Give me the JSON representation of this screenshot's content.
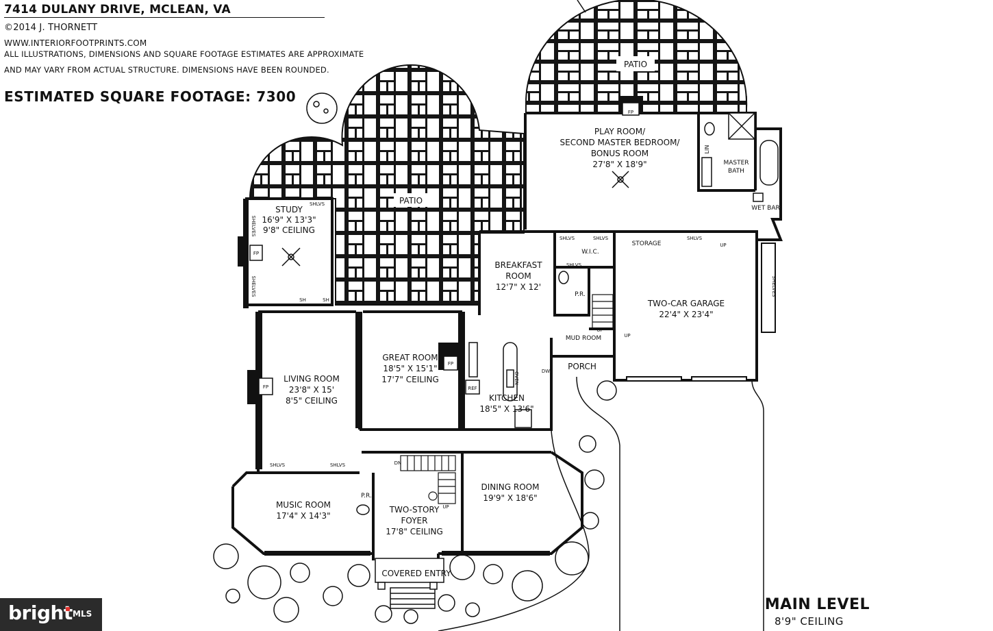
{
  "header": {
    "address": "7414 DULANY DRIVE, MCLEAN, VA",
    "copyright": "©2014 J. THORNETT",
    "website": "WWW.INTERIORFOOTPRINTS.COM",
    "disclaimer_line1": "ALL ILLUSTRATIONS, DIMENSIONS AND SQUARE FOOTAGE ESTIMATES ARE APPROXIMATE",
    "disclaimer_line2": "AND MAY VARY FROM ACTUAL STRUCTURE. DIMENSIONS HAVE BEEN ROUNDED.",
    "square_footage": "ESTIMATED SQUARE FOOTAGE: 7300"
  },
  "level": {
    "name": "MAIN LEVEL",
    "ceiling": "8'9\" CEILING"
  },
  "logo": {
    "brand": "bright",
    "suffix": "MLS"
  },
  "rooms": {
    "patio_right": "PATIO",
    "patio_left": "PATIO",
    "play_room": [
      "PLAY ROOM/",
      "SECOND MASTER BEDROOM/",
      "BONUS ROOM",
      "27'8\" X 18'9\""
    ],
    "master_bath": [
      "MASTER",
      "BATH"
    ],
    "wet_bar": "WET BAR",
    "lin": "LIN",
    "study": [
      "STUDY",
      "16'9\" X 13'3\"",
      "9'8\" CEILING"
    ],
    "breakfast": [
      "BREAKFAST",
      "ROOM",
      "12'7\" X 12'"
    ],
    "storage": "STORAGE",
    "wic": "W.I.C.",
    "garage": [
      "TWO-CAR GARAGE",
      "22'4\" X 23'4\""
    ],
    "mud_room": "MUD ROOM",
    "porch": "PORCH",
    "great_room": [
      "GREAT ROOM",
      "18'5\" X 15'1\"",
      "17'7\" CEILING"
    ],
    "living_room": [
      "LIVING ROOM",
      "23'8\" X 15'",
      "8'5\" CEILING"
    ],
    "kitchen": [
      "KITCHEN",
      "18'5\" X 13'6\""
    ],
    "dining_room": [
      "DINING ROOM",
      "19'9\" X 18'6\""
    ],
    "music_room": [
      "MUSIC ROOM",
      "17'4\" X 14'3\""
    ],
    "foyer": [
      "TWO-STORY",
      "FOYER",
      "17'8\" CEILING"
    ],
    "covered_entry": "COVERED ENTRY",
    "powder_room": "P.R."
  },
  "fixtures": {
    "fp": "FP",
    "shlvs": "SHLVS",
    "shelves": "SHELVES",
    "sh": "SH",
    "up": "UP",
    "dn": "DN",
    "ref": "REF",
    "dw": "DW",
    "oven": "OVEN"
  }
}
